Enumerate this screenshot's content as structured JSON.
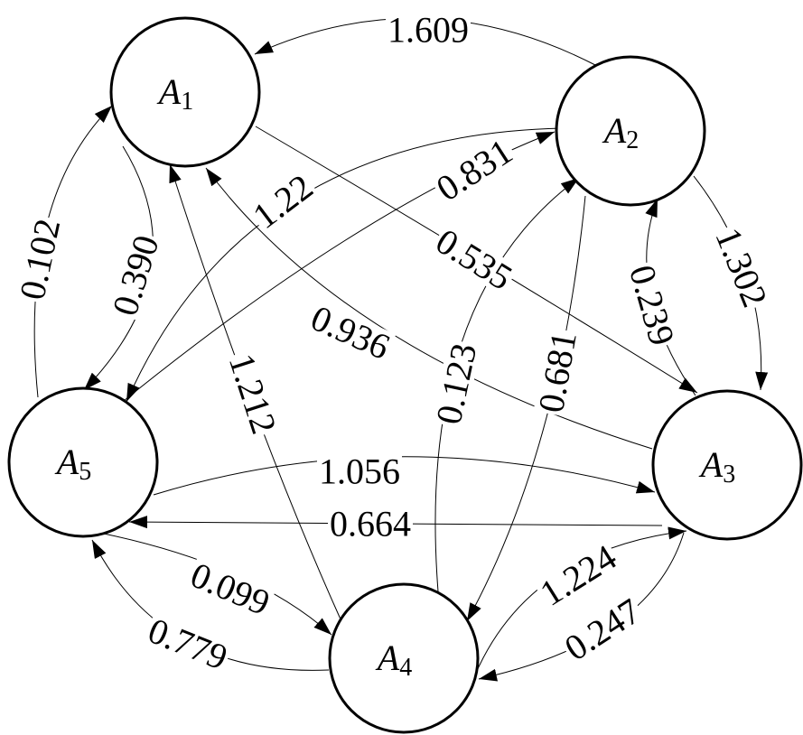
{
  "nodes": [
    {
      "id": "A1",
      "letter": "A",
      "sub": "1"
    },
    {
      "id": "A2",
      "letter": "A",
      "sub": "2"
    },
    {
      "id": "A3",
      "letter": "A",
      "sub": "3"
    },
    {
      "id": "A4",
      "letter": "A",
      "sub": "4"
    },
    {
      "id": "A5",
      "letter": "A",
      "sub": "5"
    }
  ],
  "edges": [
    {
      "id": "e-A2-A1",
      "from": "A2",
      "to": "A1",
      "label": "1.609"
    },
    {
      "id": "e-A1-A3",
      "from": "A1",
      "to": "A3",
      "label": "0.535"
    },
    {
      "id": "e-A3-A1",
      "from": "A3",
      "to": "A1",
      "label": "0.936"
    },
    {
      "id": "e-A4-A1",
      "from": "A4",
      "to": "A1",
      "label": "1.212"
    },
    {
      "id": "e-A5-A1",
      "from": "A5",
      "to": "A1",
      "label": "0.102"
    },
    {
      "id": "e-A1-A5",
      "from": "A1",
      "to": "A5",
      "label": "0.390"
    },
    {
      "id": "e-A2-A5",
      "from": "A2",
      "to": "A5",
      "label": "1.22"
    },
    {
      "id": "e-A5-A2",
      "from": "A5",
      "to": "A2",
      "label": "0.831"
    },
    {
      "id": "e-A2-A3",
      "from": "A2",
      "to": "A3",
      "label": "1.302"
    },
    {
      "id": "e-A3-A2",
      "from": "A3",
      "to": "A2",
      "label": "0.239"
    },
    {
      "id": "e-A4-A2",
      "from": "A4",
      "to": "A2",
      "label": "0.123"
    },
    {
      "id": "e-A2-A4",
      "from": "A2",
      "to": "A4",
      "label": "0.681"
    },
    {
      "id": "e-A5-A3",
      "from": "A5",
      "to": "A3",
      "label": "1.056"
    },
    {
      "id": "e-A3-A5",
      "from": "A3",
      "to": "A5",
      "label": "0.664"
    },
    {
      "id": "e-A4-A3",
      "from": "A4",
      "to": "A3",
      "label": "1.224"
    },
    {
      "id": "e-A3-A4",
      "from": "A3",
      "to": "A4",
      "label": "0.247"
    },
    {
      "id": "e-A5-A4",
      "from": "A5",
      "to": "A4",
      "label": "0.099"
    },
    {
      "id": "e-A4-A5",
      "from": "A4",
      "to": "A5",
      "label": "0.779"
    }
  ]
}
